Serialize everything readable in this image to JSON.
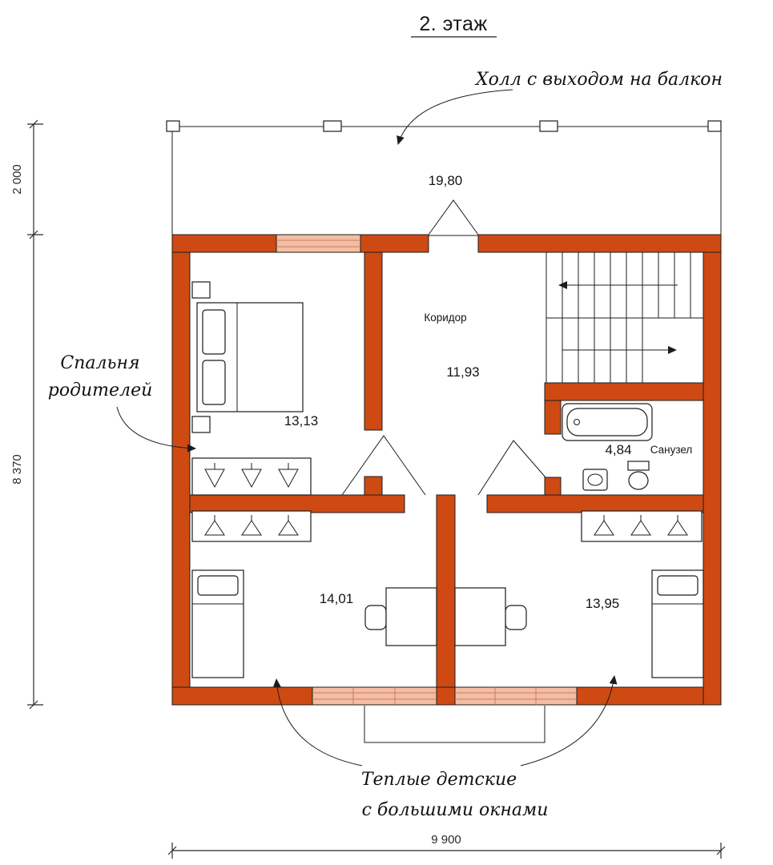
{
  "title": "2. этаж",
  "annotations": {
    "balcony": "Холл с выходом на балкон",
    "bedroom_line1": "Спальня",
    "bedroom_line2": "родителей",
    "kids_line1": "Теплые детские",
    "kids_line2": "с большими окнами"
  },
  "rooms": {
    "hall_area": "19,80",
    "corridor_name": "Коридор",
    "corridor_area": "11,93",
    "bedroom_area": "13,13",
    "bathroom_area": "4,84",
    "bathroom_name": "Санузел",
    "kid_left_area": "14,01",
    "kid_right_area": "13,95"
  },
  "dimensions": {
    "balcony_depth": "2 000",
    "floor_height": "8 370",
    "floor_width": "9 900"
  },
  "colors": {
    "wall": "#ce4a12",
    "window_fill": "#f4bda4",
    "line": "#1c1c1c",
    "background": "#ffffff"
  }
}
